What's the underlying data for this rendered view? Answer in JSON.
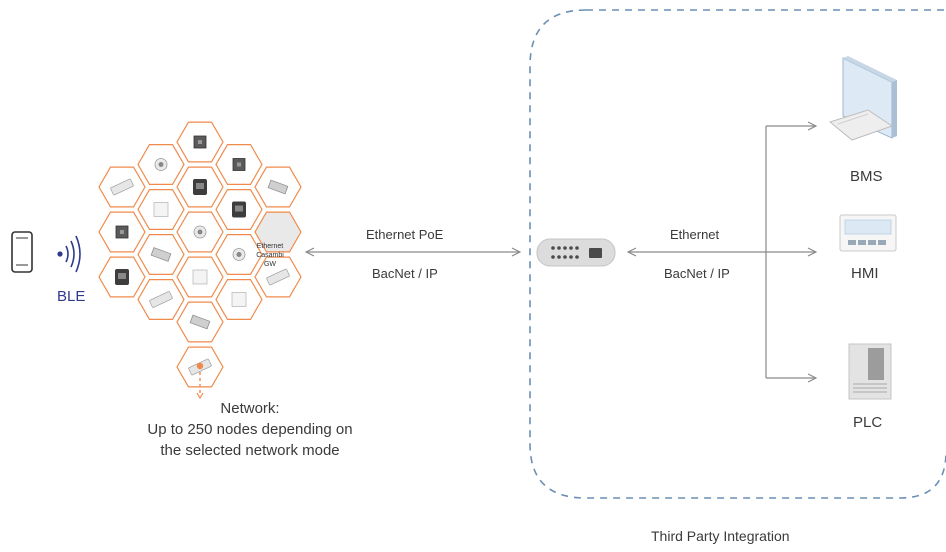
{
  "ble": {
    "label": "BLE"
  },
  "network": {
    "caption_lines": [
      "Network:",
      "Up to 250 nodes depending on",
      "the selected network mode"
    ],
    "gateway_lines": [
      "Ethernet",
      "Casambi",
      "GW"
    ]
  },
  "link_left": {
    "top_label": "Ethernet PoE",
    "bottom_label": "BacNet / IP"
  },
  "link_right": {
    "top_label": "Ethernet",
    "bottom_label": "BacNet / IP"
  },
  "devices": {
    "bms": "BMS",
    "hmi": "HMI",
    "plc": "PLC"
  },
  "integration": {
    "label": "Third Party Integration"
  },
  "colors": {
    "hex_stroke": "#f08a4b",
    "dashed_border": "#6b8fb5",
    "arrow": "#8a8a8a",
    "ble_text": "#2f3a8f"
  }
}
